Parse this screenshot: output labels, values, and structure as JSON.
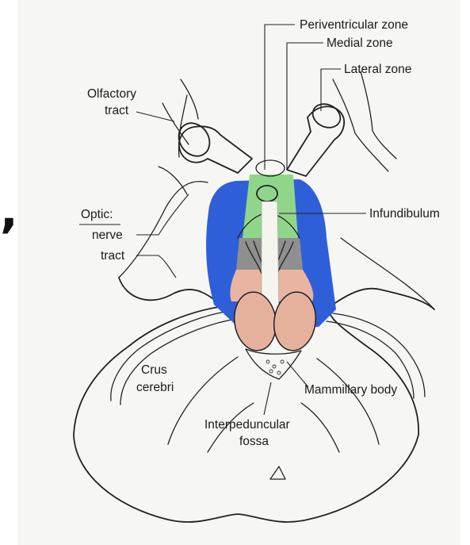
{
  "labels": {
    "periventricular": "Periventricular zone",
    "medial": "Medial zone",
    "lateral": "Lateral zone",
    "olfactory_line1": "Olfactory",
    "olfactory_line2": "tract",
    "optic_heading": "Optic:",
    "optic_nerve": "nerve",
    "optic_tract": "tract",
    "infundibulum": "Infundibulum",
    "crus_line1": "Crus",
    "crus_line2": "cerebri",
    "mammillary": "Mammillary body",
    "interpeduncular_line1": "Interpeduncular",
    "interpeduncular_line2": "fossa"
  },
  "stray_mark": ",",
  "colors": {
    "periventricular_zone": "#f5f5f0",
    "medial_zone": "#90d68a",
    "lateral_zone": "#2f5fd8",
    "tuber_region": "#e9b5a2",
    "median_eminence": "#8f8f8f",
    "mammillary_bodies": "#e6b19c"
  }
}
